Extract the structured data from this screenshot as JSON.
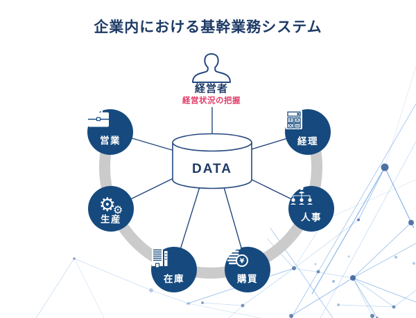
{
  "title": "企業内における基幹業務システム",
  "executive": {
    "label": "経営者",
    "caption": "経営状況の把握"
  },
  "database": {
    "label": "DATA"
  },
  "nodes": [
    {
      "id": "sales",
      "label": "営業",
      "icon": "briefcase-icon"
    },
    {
      "id": "accounting",
      "label": "経理",
      "icon": "calculator-icon"
    },
    {
      "id": "production",
      "label": "生産",
      "icon": "gears-icon"
    },
    {
      "id": "hr",
      "label": "人事",
      "icon": "org-chart-icon"
    },
    {
      "id": "inventory",
      "label": "在庫",
      "icon": "warehouse-icon"
    },
    {
      "id": "purchasing",
      "label": "購買",
      "icon": "yen-coin-stack-icon"
    }
  ],
  "icons": {
    "gear": "⚙",
    "yen": "¥",
    "calculator_keys": [
      "+",
      "×",
      "×",
      "="
    ]
  },
  "colors": {
    "navy_circle": "#164a7e",
    "line_navy": "#24477e",
    "title_navy": "#1d3a66",
    "accent_red": "#e23a67",
    "ring_gray": "#cbcbcb",
    "mesh_blue": "#4a90d9",
    "mesh_node_dark": "#46699f",
    "mesh_node_light": "#85abd3"
  }
}
